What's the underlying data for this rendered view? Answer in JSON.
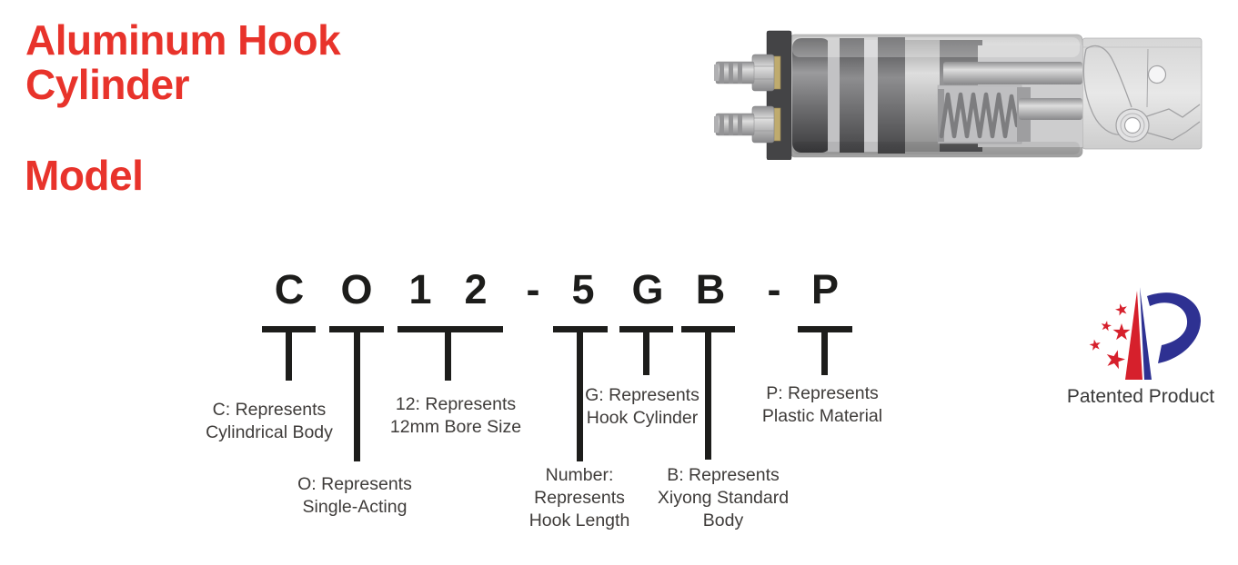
{
  "header": {
    "title_line1": "Aluminum Hook",
    "title_line2": "Cylinder",
    "subtitle": "Model"
  },
  "model_code": {
    "chars": [
      "C",
      "O",
      "1",
      "2",
      "-",
      "5",
      "G",
      "B",
      "-",
      "P"
    ],
    "full": "CO12-5GB-P"
  },
  "annotations": {
    "c": {
      "line1": "C: Represents",
      "line2": "Cylindrical Body"
    },
    "o": {
      "line1": "O: Represents",
      "line2": "Single-Acting"
    },
    "bore": {
      "line1": "12: Represents",
      "line2": "12mm Bore Size"
    },
    "number": {
      "line1": "Number:",
      "line2": "Represents",
      "line3": "Hook Length"
    },
    "g": {
      "line1": "G: Represents",
      "line2": "Hook Cylinder"
    },
    "b": {
      "line1": "B: Represents",
      "line2": "Xiyong Standard",
      "line3": "Body"
    },
    "p": {
      "line1": "P: Represents",
      "line2": "Plastic Material"
    }
  },
  "patent": {
    "caption": "Patented Product"
  },
  "colors": {
    "accent_red": "#e8332b",
    "logo_blue": "#2e3192",
    "logo_red": "#d6202c",
    "text_dark": "#3f3c3a",
    "line_black": "#1d1d1b"
  }
}
